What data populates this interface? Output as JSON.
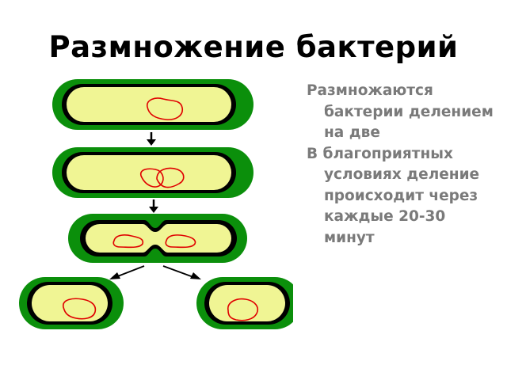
{
  "slide": {
    "title": "Размножение бактерий",
    "paragraphs": [
      "Размножаются бактерии делением на две",
      "В благоприятных условиях деление происходит через каждые 20-30 минут"
    ]
  },
  "colors": {
    "capsule_green": "#0b8f0b",
    "cell_wall": "#000000",
    "cytoplasm": "#f0f594",
    "nucleoid": "#e00000",
    "text_gray": "#7a7a7a"
  },
  "icons": [
    "arrow-down-icon",
    "arrow-diagonal-left-icon",
    "arrow-diagonal-right-icon"
  ]
}
